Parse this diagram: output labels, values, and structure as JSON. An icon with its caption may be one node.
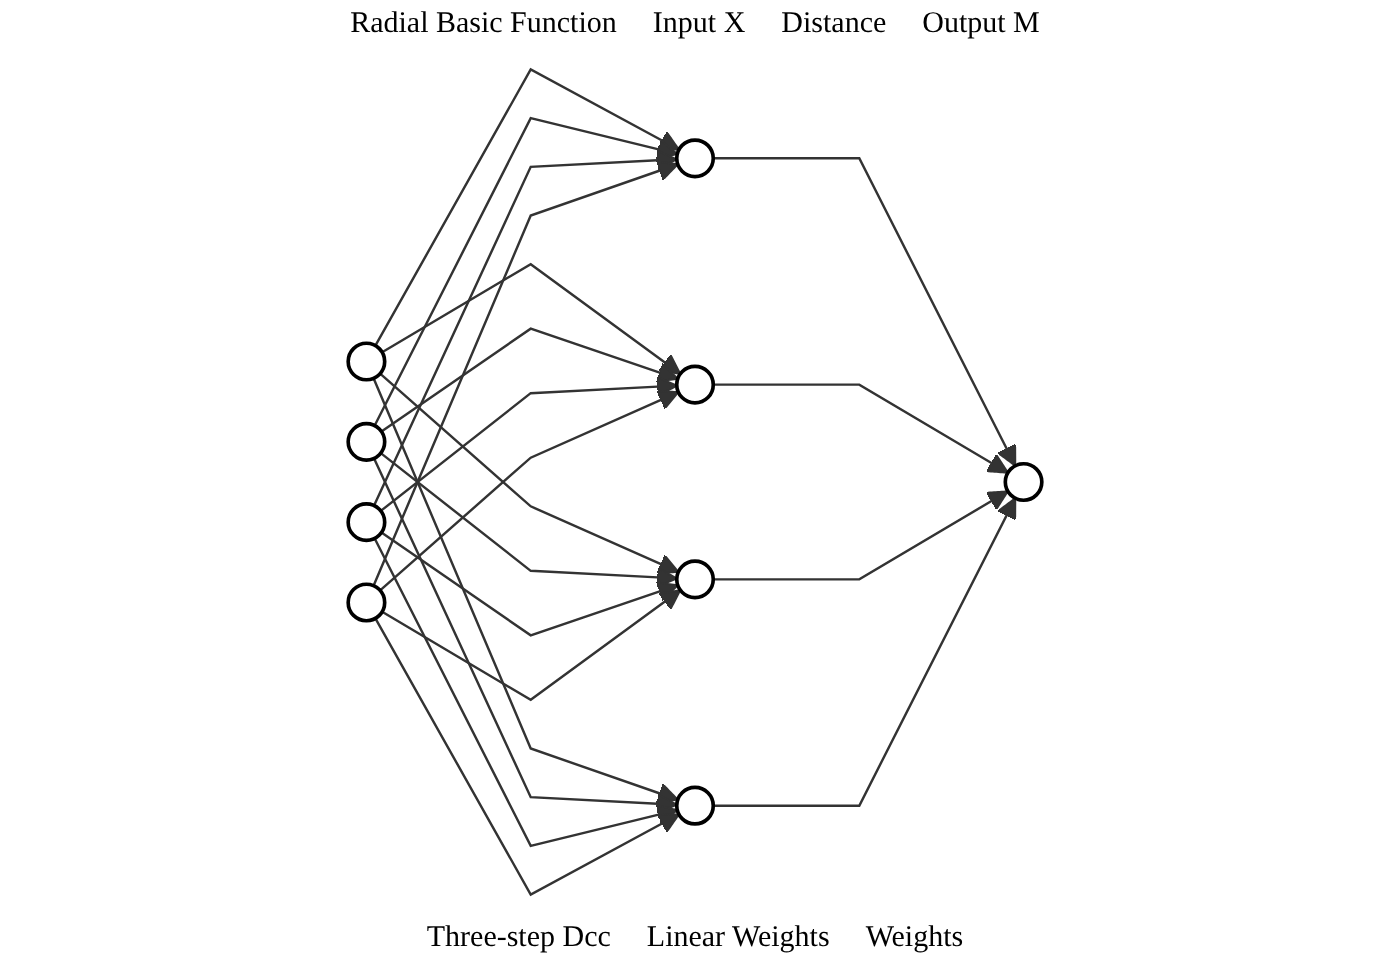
{
  "diagram": {
    "nodes": [
      {
        "text": [],
        "shape": "circle"
      },
      {
        "text": [],
        "shape": "circle"
      },
      {
        "text": [],
        "shape": "circle"
      },
      {
        "text": [],
        "shape": "circle"
      },
      {
        "text": [],
        "shape": "circle"
      },
      {
        "text": [],
        "shape": "circle"
      },
      {
        "text": [],
        "shape": "circle"
      },
      {
        "text": [],
        "shape": "circle"
      },
      {
        "text": [],
        "shape": "circle"
      }
    ],
    "edges": [
      {
        "from": 0,
        "to": 4,
        "arrow": "to"
      },
      {
        "from": 0,
        "to": 5,
        "arrow": "to"
      },
      {
        "from": 0,
        "to": 6,
        "arrow": "to"
      },
      {
        "from": 0,
        "to": 7,
        "arrow": "to"
      },
      {
        "from": 1,
        "to": 4,
        "arrow": "to"
      },
      {
        "from": 1,
        "to": 5,
        "arrow": "to"
      },
      {
        "from": 1,
        "to": 6,
        "arrow": "to"
      },
      {
        "from": 1,
        "to": 7,
        "arrow": "to"
      },
      {
        "from": 2,
        "to": 4,
        "arrow": "to"
      },
      {
        "from": 2,
        "to": 5,
        "arrow": "to"
      },
      {
        "from": 2,
        "to": 6,
        "arrow": "to"
      },
      {
        "from": 2,
        "to": 7,
        "arrow": "to"
      },
      {
        "from": 3,
        "to": 4,
        "arrow": "to"
      },
      {
        "from": 3,
        "to": 5,
        "arrow": "to"
      },
      {
        "from": 3,
        "to": 6,
        "arrow": "to"
      },
      {
        "from": 3,
        "to": 7,
        "arrow": "to"
      },
      {
        "from": 4,
        "to": 8,
        "arrow": "to"
      },
      {
        "from": 5,
        "to": 8,
        "arrow": "to"
      },
      {
        "from": 6,
        "to": 8,
        "arrow": "to"
      },
      {
        "from": 7,
        "to": 8,
        "arrow": "to"
      }
    ],
    "labels": [
      "Radial Basic Function",
      "Input X",
      "Distance",
      "Output M",
      "Three-step Dcc",
      "Linear Weights",
      "Weights"
    ]
  }
}
